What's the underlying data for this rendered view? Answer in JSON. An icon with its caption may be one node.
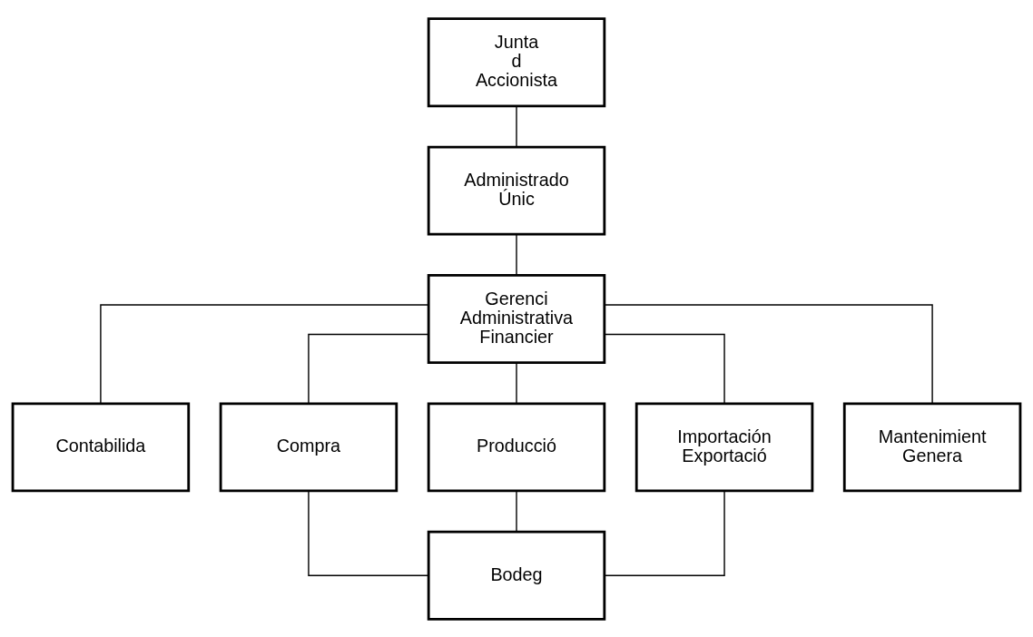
{
  "diagram": {
    "nodes": [
      {
        "text": [
          "Junta d Accionista"
        ]
      },
      {
        "text": [
          "Administrado Únic"
        ]
      },
      {
        "text": [
          "Gerenci Administrativa Financier"
        ]
      },
      {
        "text": [
          "Contabilida"
        ]
      },
      {
        "text": [
          "Compra"
        ]
      },
      {
        "text": [
          "Producció"
        ]
      },
      {
        "text": [
          "Importación Exportació"
        ]
      },
      {
        "text": [
          "Mantenimient Genera"
        ]
      },
      {
        "text": [
          "Bodeg"
        ]
      }
    ],
    "edges": [
      {
        "from": 0,
        "to": 1,
        "arrow": "none"
      },
      {
        "from": 1,
        "to": 2,
        "arrow": "none"
      },
      {
        "from": 2,
        "to": 3,
        "arrow": "none"
      },
      {
        "from": 2,
        "to": 4,
        "arrow": "none"
      },
      {
        "from": 2,
        "to": 5,
        "arrow": "none"
      },
      {
        "from": 2,
        "to": 6,
        "arrow": "none"
      },
      {
        "from": 2,
        "to": 7,
        "arrow": "none"
      },
      {
        "from": 4,
        "to": 8,
        "arrow": "none"
      },
      {
        "from": 5,
        "to": 8,
        "arrow": "none"
      },
      {
        "from": 6,
        "to": 8,
        "arrow": "none"
      }
    ]
  }
}
